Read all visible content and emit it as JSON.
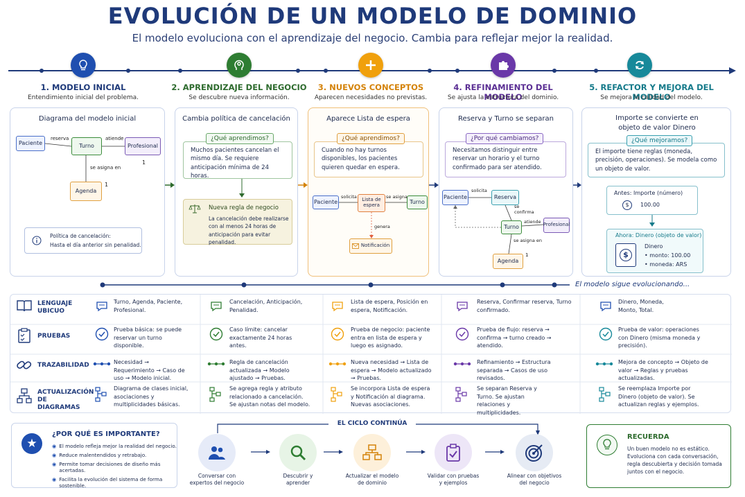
{
  "header": {
    "title": "EVOLUCIÓN DE UN MODELO DE DOMINIO",
    "subtitle": "El modelo evoluciona con el aprendizaje del negocio. Cambia para reflejar mejor la realidad."
  },
  "stages": [
    {
      "title": "1. MODELO INICIAL",
      "subtitle": "Entendimiento inicial del problema.",
      "color": "#1f3a7a"
    },
    {
      "title": "2. APRENDIZAJE DEL NEGOCIO",
      "subtitle": "Se descubre nueva información.",
      "color": "#2e6b2e"
    },
    {
      "title": "3. NUEVOS CONCEPTOS",
      "subtitle": "Aparecen necesidades no previstas.",
      "color": "#d4830a"
    },
    {
      "title": "4. REFINAMIENTO DEL MODELO",
      "subtitle": "Se ajusta la estructura del dominio.",
      "color": "#5b2f94"
    },
    {
      "title": "5. REFACTOR Y MEJORA DEL MODELO",
      "subtitle": "Se mejora la calidad del modelo.",
      "color": "#157a8a"
    }
  ],
  "panel1": {
    "title": "Diagrama del modelo inicial",
    "nodes": {
      "paciente": "Paciente",
      "turno": "Turno",
      "profesional": "Profesional",
      "agenda": "Agenda"
    },
    "edges": {
      "reserva": "reserva",
      "atiende": "atiende",
      "asigna": "se asigna en",
      "m1": "1",
      "m2": "1"
    },
    "note_title": "Política de cancelación:",
    "note_text": "Hasta el día anterior sin penalidad."
  },
  "panel2": {
    "title": "Cambia política de cancelación",
    "tag": "¿Qué aprendimos?",
    "text": "Muchos pacientes cancelan el mismo día. Se requiere anticipación mínima de 24 horas.",
    "rule_title": "Nueva regla de negocio",
    "rule_text": "La cancelación debe realizarse con al menos 24 horas de anticipación para evitar penalidad."
  },
  "panel3": {
    "title": "Aparece Lista de espera",
    "tag": "¿Qué aprendimos?",
    "text": "Cuando no hay turnos disponibles, los pacientes quieren quedar en espera.",
    "nodes": {
      "paciente": "Paciente",
      "lista": "Lista de espera",
      "turno": "Turno",
      "notificacion": "Notificación"
    },
    "edges": {
      "solicita": "solicita",
      "asigna": "se asigna",
      "genera": "genera"
    }
  },
  "panel4": {
    "title": "Reserva y Turno se separan",
    "tag": "¿Por qué cambiamos?",
    "text": "Necesitamos distinguir entre reservar un horario y el turno confirmado para ser atendido.",
    "nodes": {
      "paciente": "Paciente",
      "reserva": "Reserva",
      "turno": "Turno",
      "profesional": "Profesional",
      "agenda": "Agenda"
    },
    "edges": {
      "solicita": "solicita",
      "confirma": "se confirma",
      "atiende": "atiende",
      "asigna": "se asigna en",
      "m": "1"
    }
  },
  "panel5": {
    "title": "Importe se convierte en objeto de valor Dinero",
    "tag": "¿Qué mejoramos?",
    "text": "El importe tiene reglas (moneda, precisión, operaciones). Se modela como un objeto de valor.",
    "before_title": "Antes: Importe (número)",
    "before_value": "100.00",
    "after_title": "Ahora: Dinero (objeto de valor)",
    "after_name": "Dinero",
    "after_monto": "monto: 100.00",
    "after_moneda": "moneda: ARS"
  },
  "timeline_note": "El modelo sigue evolucionando...",
  "rows": [
    {
      "label": "LENGUAJE UBICUO",
      "cells": [
        "Turno, Agenda, Paciente, Profesional.",
        "Cancelación, Anticipación, Penalidad.",
        "Lista de espera, Posición en espera, Notificación.",
        "Reserva, Confirmar reserva, Turno confirmado.",
        "Dinero, Moneda, Monto, Total."
      ]
    },
    {
      "label": "PRUEBAS",
      "cells": [
        "Prueba básica: se puede reservar un turno disponible.",
        "Caso límite: cancelar exactamente 24 horas antes.",
        "Prueba de negocio: paciente entra en lista de espera y luego es asignado.",
        "Prueba de flujo: reserva → confirma → turno creado → atendido.",
        "Prueba de valor: operaciones con Dinero (misma moneda y precisión)."
      ]
    },
    {
      "label": "TRAZABILIDAD",
      "cells": [
        "Necesidad → Requerimiento → Caso de uso → Modelo inicial.",
        "Regla de cancelación actualizada → Modelo ajustado → Pruebas.",
        "Nueva necesidad → Lista de espera → Modelo actualizado → Pruebas.",
        "Refinamiento → Estructura separada → Casos de uso revisados.",
        "Mejora de concepto → Objeto de valor → Reglas y pruebas actualizadas."
      ]
    },
    {
      "label": "ACTUALIZACIÓN DE DIAGRAMAS",
      "cells": [
        "Diagrama de clases inicial, asociaciones y multiplicidades básicas.",
        "Se agrega regla y atributo relacionado a cancelación. Se ajustan notas del modelo.",
        "Se incorpora Lista de espera y Notificación al diagrama. Nuevas asociaciones.",
        "Se separan Reserva y Turno. Se ajustan relaciones y multiplicidades.",
        "Se reemplaza Importe por Dinero (objeto de valor). Se actualizan reglas y ejemplos."
      ]
    }
  ],
  "why": {
    "title": "¿POR QUÉ ES IMPORTANTE?",
    "items": [
      "El modelo refleja mejor la realidad del negocio.",
      "Reduce malentendidos y retrabajo.",
      "Permite tomar decisiones de diseño más acertadas.",
      "Facilita la evolución del sistema de forma sostenible."
    ]
  },
  "cycle": {
    "title": "EL CICLO CONTINÚA",
    "steps": [
      "Conversar con expertos del negocio",
      "Descubrir y aprender",
      "Actualizar el modelo de dominio",
      "Validar con pruebas y ejemplos",
      "Alinear con objetivos del negocio"
    ]
  },
  "remember": {
    "title": "RECUERDA",
    "text": "Un buen modelo no es estático. Evoluciona con cada conversación, regla descubierta y decisión tomada juntos con el negocio."
  }
}
